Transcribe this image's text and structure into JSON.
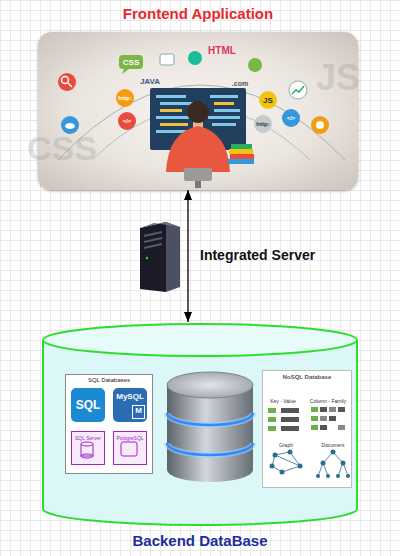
{
  "diagram": {
    "nodes": [
      {
        "text": [
          "Frontend Application"
        ]
      },
      {
        "text": [
          "Backend DataBase"
        ]
      },
      {
        "text": [
          "SQL Databases"
        ],
        "in": 1
      },
      {
        "text": [
          "SQL"
        ],
        "in": 2
      },
      {
        "text": [
          "MySQL",
          "M"
        ],
        "in": 2
      },
      {
        "text": [
          "SQL Server"
        ],
        "in": 2
      },
      {
        "text": [
          "PostgreSQL"
        ],
        "in": 2
      },
      {
        "text": [
          "NoSQL Database"
        ],
        "in": 1
      }
    ],
    "edges": [
      {
        "from": 0,
        "to": 1,
        "label": "Integrated Server",
        "arrow": "both"
      }
    ],
    "labels": [
      "CSS",
      "JS",
      "CSS",
      "HTML",
      "JAVA",
      "http:",
      ".com",
      "JS",
      "http:",
      "</>",
      "</>",
      "Key - Value",
      "Column - Family",
      "Graph",
      "Document"
    ]
  }
}
